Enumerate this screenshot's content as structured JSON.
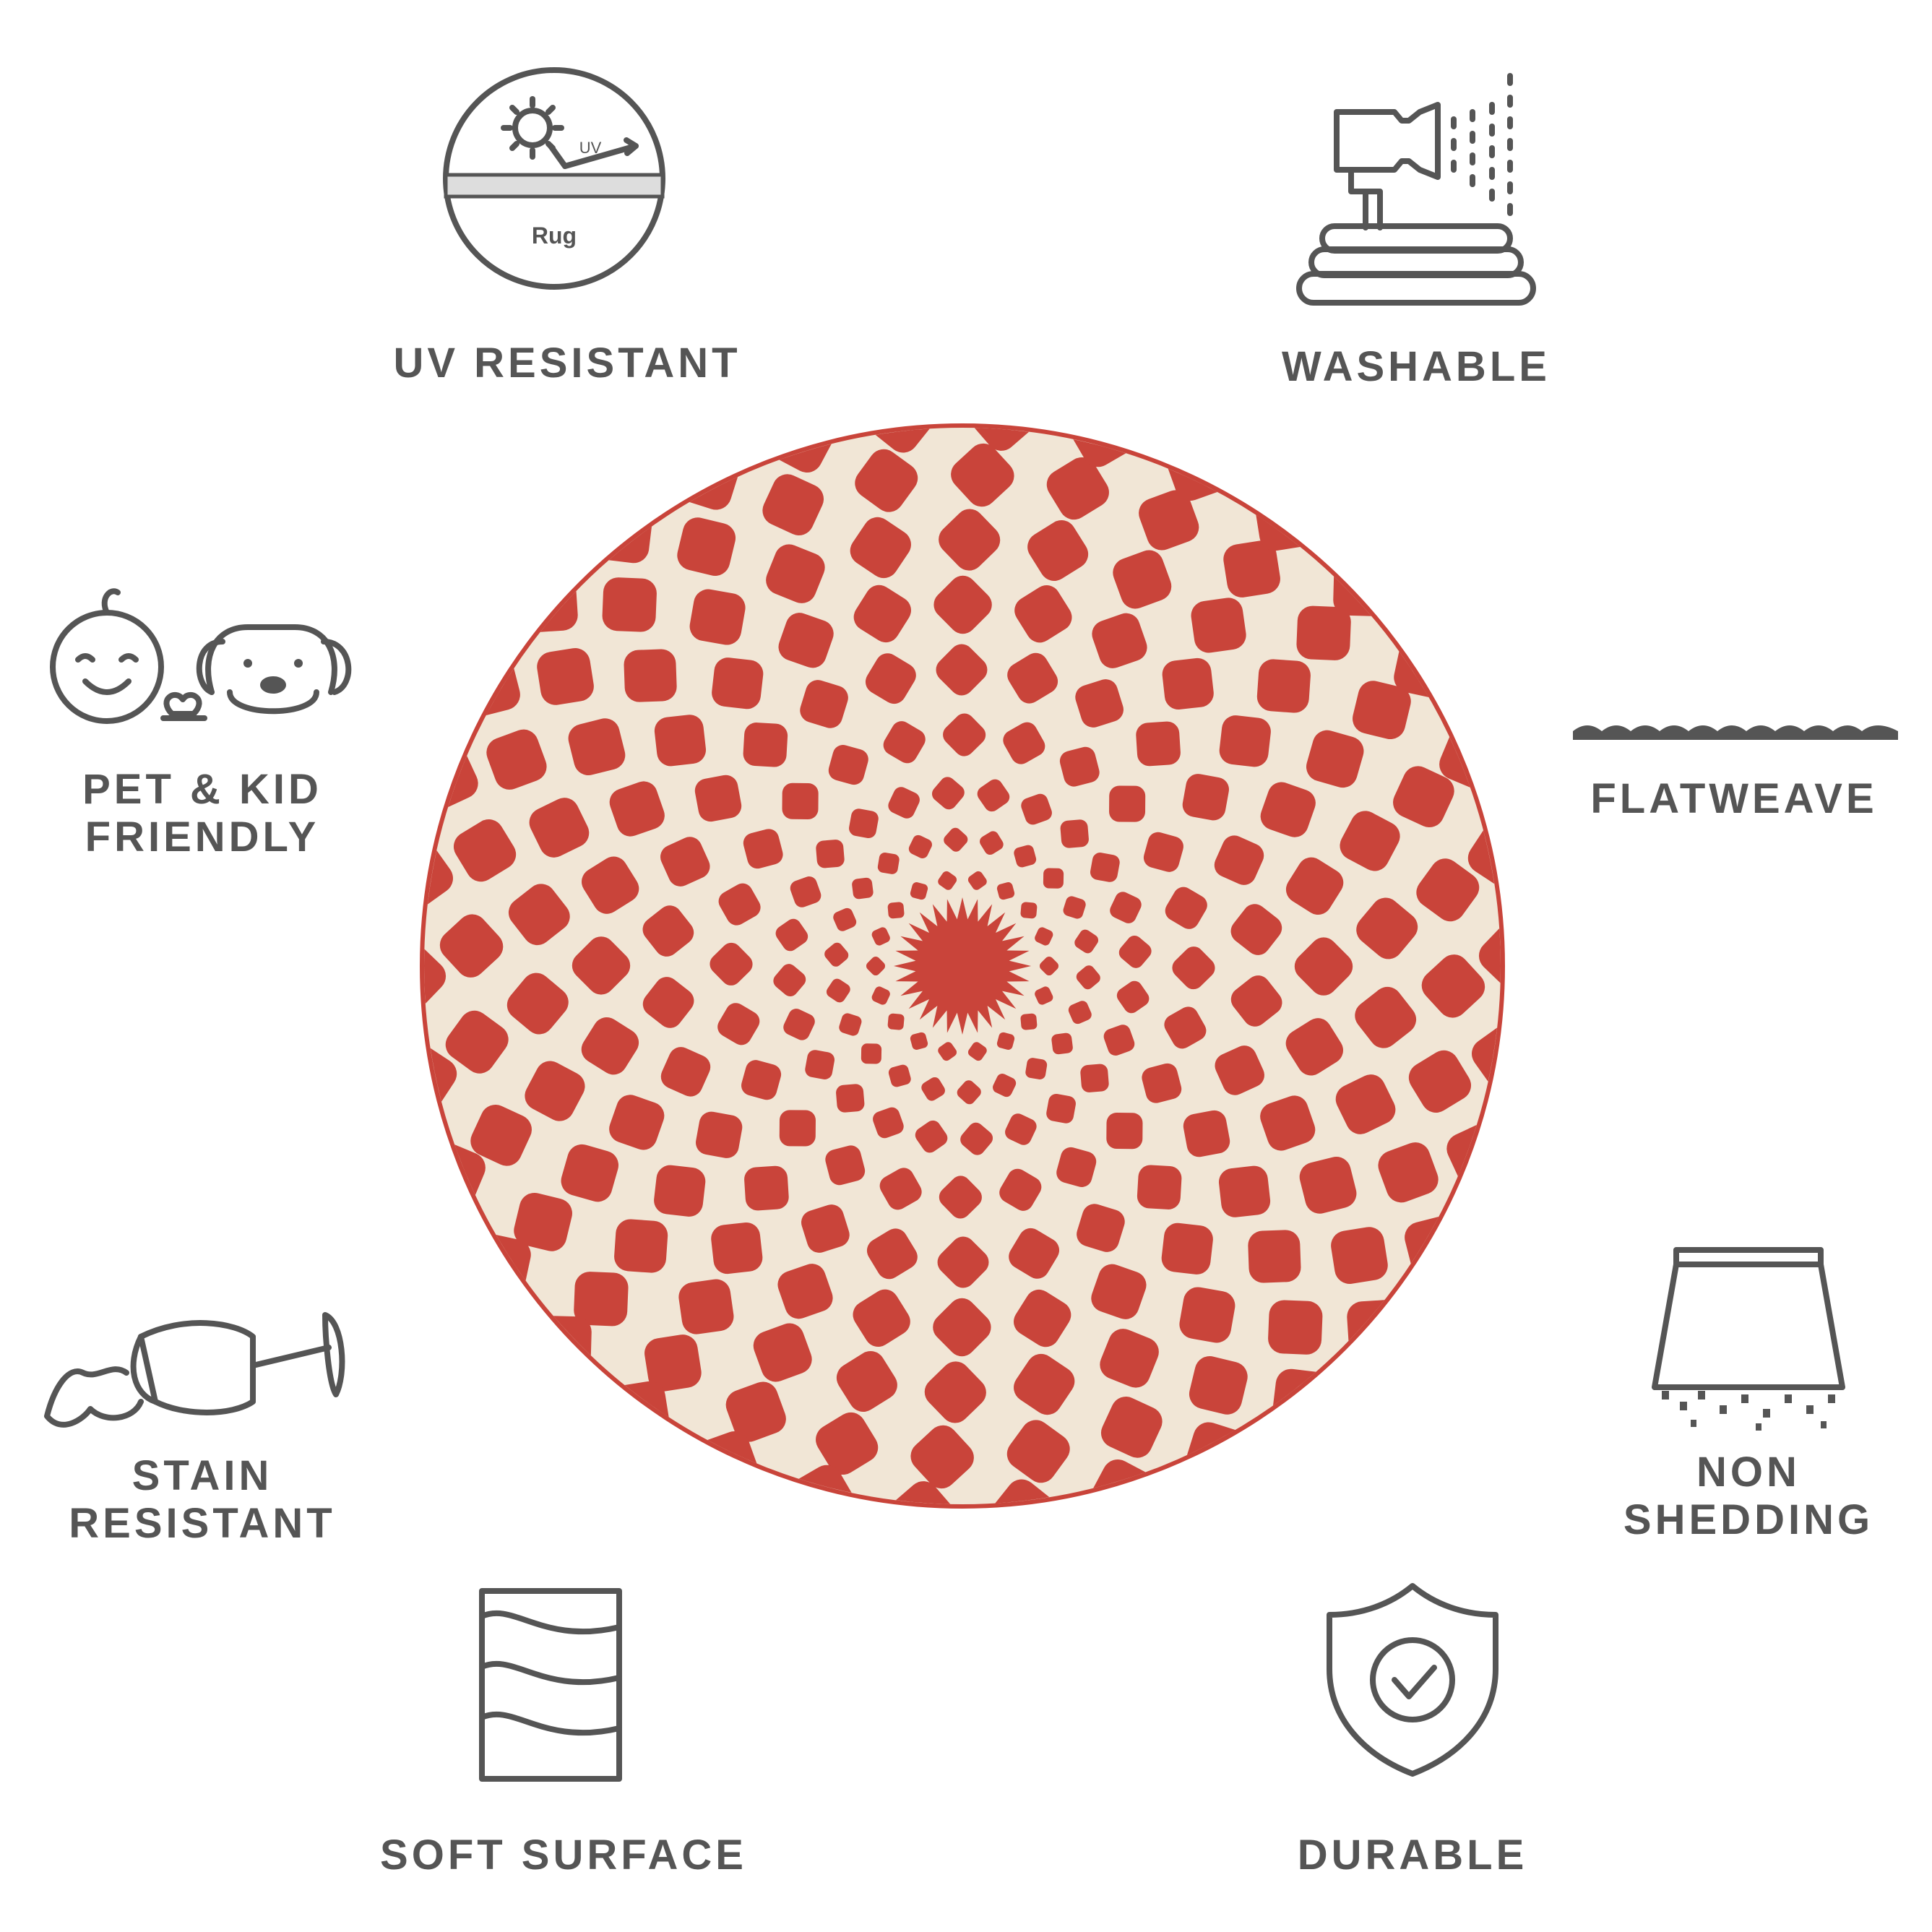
{
  "features": {
    "uv_resistant": {
      "label": "UV RESISTANT",
      "icon": "sun-uv-rug-icon",
      "icon_text_rug": "Rug",
      "icon_text_uv": "UV"
    },
    "washable": {
      "label": "WASHABLE",
      "icon": "hose-spray-icon"
    },
    "pet_kid_friendly": {
      "label_line1": "PET & KID",
      "label_line2": "FRIENDLY",
      "icon": "baby-and-dog-icon"
    },
    "flatweave": {
      "label": "FLATWEAVE",
      "icon": "flat-weave-icon"
    },
    "stain_resistant": {
      "label_line1": "STAIN",
      "label_line2": "RESISTANT",
      "icon": "spilled-wine-glass-icon"
    },
    "non_shedding": {
      "label_line1": "NON",
      "label_line2": "SHEDDING",
      "icon": "rug-edge-no-shed-icon"
    },
    "soft_surface": {
      "label": "SOFT SURFACE",
      "icon": "soft-waves-icon"
    },
    "durable": {
      "label": "DURABLE",
      "icon": "shield-check-icon"
    }
  },
  "rug": {
    "shape": "round",
    "pattern": "radial-ogee-medallion",
    "primary_color": "#c9443a",
    "secondary_color": "#f1e6d6"
  },
  "colors": {
    "text": "#555555",
    "icon_stroke": "#555555",
    "background": "#ffffff"
  }
}
